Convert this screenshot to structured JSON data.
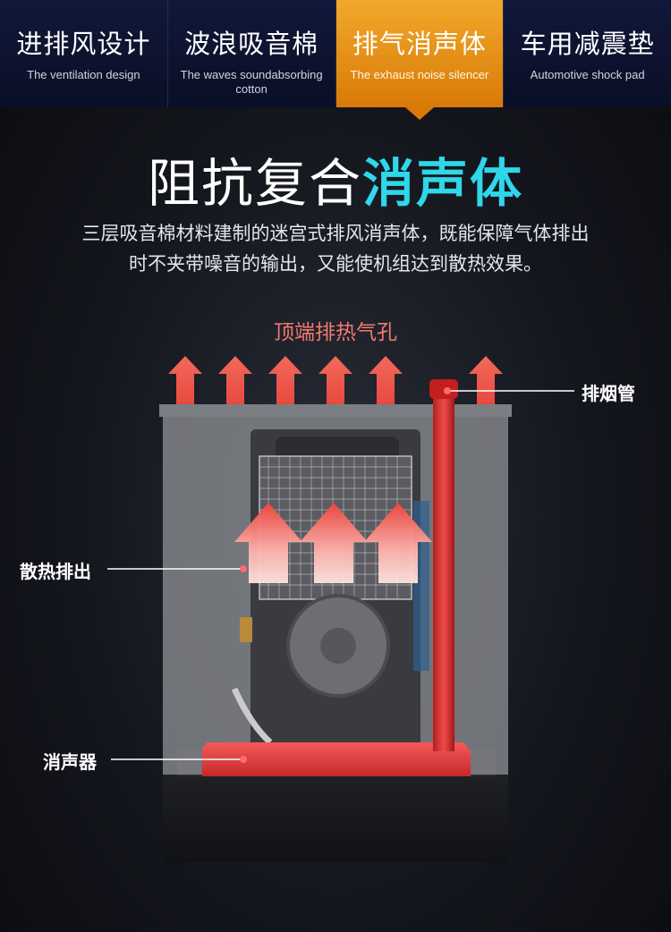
{
  "tabs": [
    {
      "title": "进排风设计",
      "subtitle": "The ventilation design",
      "active": false
    },
    {
      "title": "波浪吸音棉",
      "subtitle": "The waves soundabsorbing cotton",
      "active": false
    },
    {
      "title": "排气消声体",
      "subtitle": "The exhaust noise silencer",
      "active": true
    },
    {
      "title": "车用减震垫",
      "subtitle": "Automotive shock pad",
      "active": false
    }
  ],
  "heading": {
    "part1": "阻抗复合",
    "part2": "消声体"
  },
  "description": {
    "line1": "三层吸音棉材料建制的迷宫式排风消声体，既能保障气体排出",
    "line2": "时不夹带噪音的输出，又能使机组达到散热效果。"
  },
  "diagram": {
    "top_label": "顶端排热气孔",
    "callouts": {
      "exhaust_pipe": "排烟管",
      "heat_exhaust": "散热排出",
      "muffler": "消声器"
    }
  },
  "colors": {
    "active_tab": "#f1a92b",
    "accent_cyan": "#2fd7ea",
    "arrow_red": "#e8554a",
    "label_red": "#f07a6e"
  }
}
